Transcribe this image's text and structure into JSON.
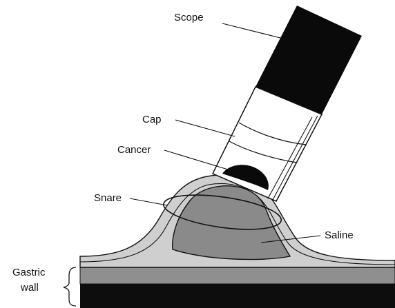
{
  "labels": {
    "scope": "Scope",
    "cap": "Cap",
    "cancer": "Cancer",
    "snare": "Snare",
    "saline": "Saline",
    "gastric_line1": "Gastric",
    "gastric_line2": "wall"
  },
  "colors": {
    "scope_body": "#0a0a0a",
    "mucosa": "#cfcfcf",
    "muscle_band": "#8f8f8f",
    "serosa_band": "#0d0d0d",
    "saline_fill": "#8a8a8a",
    "cancer": "#0a0a0a",
    "outline": "#111111"
  }
}
